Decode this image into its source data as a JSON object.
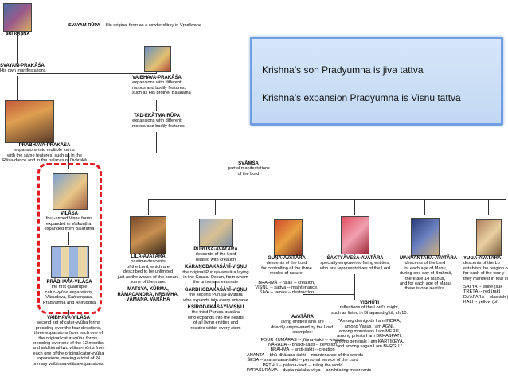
{
  "diagram": {
    "svayam_rupa": {
      "title": "SVAYAM-RŪPA",
      "desc": "-- His original form as a cowherd boy in Vṛndāvana"
    },
    "sri_krsna": {
      "title": "ŚRĪ KṚṢṆA"
    },
    "svayam_prakasa": {
      "title": "SVAYAM-PRAKĀŚA",
      "desc": "His own manifestations"
    },
    "vaibhava_prakasa": {
      "title": "VAIBHAVA-PRAKĀŚA",
      "desc1": "expansions with different",
      "desc2": "moods and bodily features,",
      "desc3": "such as His brother Balarāma"
    },
    "tad_ekatma": {
      "title": "TAD-EKĀTMA-RŪPA",
      "desc1": "expansions with different",
      "desc2": "moods and bodily features"
    },
    "prabhava_prakasa": {
      "title": "PRĀBHAVA-PRAKĀŚA",
      "desc1": "expansions into multiple forms",
      "desc2": "with the same features, such as in the",
      "desc3": "Rāsa-dance and in the palaces of Dvārakā"
    },
    "svamsa": {
      "title": "SVĀṀŚA",
      "desc1": "partial manifestations",
      "desc2": "of the Lord"
    },
    "vilasa": {
      "title": "VILĀSA",
      "desc1": "four-armed Viṣṇu forms",
      "desc2": "expanded in Vaikuṇṭha,",
      "desc3": "expanded from Balarāma"
    },
    "prabhava_vilasa": {
      "title": "PRĀBHAVA-VILĀSA",
      "desc1": "the first quadruple",
      "desc2": "catur-vyūha expansions,",
      "desc3": "Vāsudeva, Saṅkarṣaṇa,",
      "desc4": "Pradyumna and Aniruddha"
    },
    "vaibhava_vilasa": {
      "title": "VAIBHAVA-VILĀSA",
      "desc1": "second set of catur-vyūha forms",
      "desc2": "presiding over the four directions,",
      "desc3": "three expansions from each one of",
      "desc4": "the original catur-vyūha forms,",
      "desc5": "presiding over one of the 12 months,",
      "desc6": "and additional two vilāsa-mūrtis from",
      "desc7": "each one of the original catur-vyūha",
      "desc8": "expansions, making a total of 24",
      "desc9": "primary vaibhava-vilāsa expansions."
    },
    "lila_avatara": {
      "title": "LĪLĀ-AVATĀRA",
      "desc1": "pastime descents",
      "desc2": "of the Lord, which are",
      "desc3": "described to be unlimited",
      "desc4": "just as the waves of the ocean.",
      "desc5": "some of them are:",
      "ex1": "MATSYA, KŪRMA,",
      "ex2": "RĀMACANDRA, NṚSIṀHA,",
      "ex3": "VĀMANA, VARĀHA"
    },
    "purusa_avatara": {
      "title": "PURUṢA-AVATĀRA",
      "desc1": "descents of the Lord",
      "desc2": "related with creation",
      "k_title": "KĀRAṆODAKAŚĀYĪ-VIṢṆU",
      "k1": "the original Puruṣa-avatāra laying",
      "k2": "in the Causal Ocean, from whom",
      "k3": "the universes emanate",
      "g_title": "GARBHODAKAŚĀYĪ-VIṢṆU",
      "g1": "the second Puruṣa-avatāra",
      "g2": "who expands into every universe",
      "ks_title": "KṢĪRODAKAŚĀYĪ-VIṢṆU",
      "ks1": "the third Puruṣa-avatāra",
      "ks2": "who expands into the hearts",
      "ks3": "of all living entities and",
      "ks4": "resides within every atom"
    },
    "guna_avatara": {
      "title": "GUṆA-AVATĀRA",
      "desc1": "descents of the Lord",
      "desc2": "for controlling of the three",
      "desc3": "modes of nature:",
      "ex1": "BRAHMĀ -- rajas -- creation,",
      "ex2": "VIṢṆU -- sattva -- maintenance,",
      "ex3": "ŚIVA -- tamas -- destruction"
    },
    "saktyavesa": {
      "title": "ŚAKTYĀVEŚA-AVATĀRA",
      "desc1": "specially empowered living entities,",
      "desc2": "who are representatives of the Lord"
    },
    "manvantara": {
      "title": "MANVANTARA-AVATĀRA",
      "desc1": "descents of the Lord",
      "desc2": "for each age of Manu,",
      "desc3": "during one day of Brahmā,",
      "desc4": "there are 14 Manus,",
      "desc5": "and for each age of Manu,",
      "desc6": "there is one avatāra."
    },
    "yuga": {
      "title": "YUGA-AVATĀRA",
      "desc1": "descents of the Lo",
      "desc2": "establish the religion of t",
      "desc3": "for each of the four y",
      "desc4": "they manifest in four co",
      "ex1": "SATYA -- white (śuk",
      "ex2": "TRETĀ -- red (rakt",
      "ex3": "DVĀPARA -- blackish (",
      "ex4": "KALI -- yellow (pīt"
    },
    "vibhuti": {
      "title": "VIBHŪTI",
      "desc1": "reflections of the Lord's might,",
      "desc2": "such as listed in Bhagavad-gītā, ch.10:",
      "q1": "\"Among demigods I am INDRA,",
      "q2": "among Vasus I am AGNI,",
      "q3": "among mountains I am MERU,",
      "q4": "among priests I am BṚHASPATI,",
      "q5": "among generals I am KĀRTIKEYA,",
      "q6": "and among sages I am BHṚGU.\""
    },
    "avatara": {
      "title": "AVATĀRA",
      "desc1": "living entities who are",
      "desc2": "directly empowered by the Lord.",
      "desc3": "examples:",
      "e1": "FOUR KUMĀRAS -- jñāna-śakti -- wisdom",
      "e2": "NĀRADA -- bhakti-śakti -- devotion",
      "e3": "BRAHMĀ -- sṛṣṭi-śakti -- creation",
      "e4": "ANANTA -- bhū-dhāraṇa-śakti -- maintenance of the worlds",
      "e5": "ŚEṢA -- sva-sevana-śakti -- personal service of the Lord",
      "e6": "PṚTHU -- pālana-śakti -- ruling the world",
      "e7": "PARAŚURĀMA -- duṣṭa-nāśaka-virya -- annihilating miscreants"
    }
  },
  "callout": {
    "line1": "Krishna’s son Pradyumna is jiva tattva",
    "line2": "Krishna’s  expansion Pradyumna is Visnu tattva"
  },
  "colors": {
    "callout_border": "#6f9fe0",
    "callout_fill": "#cddff6",
    "highlight": "#e31b23"
  }
}
